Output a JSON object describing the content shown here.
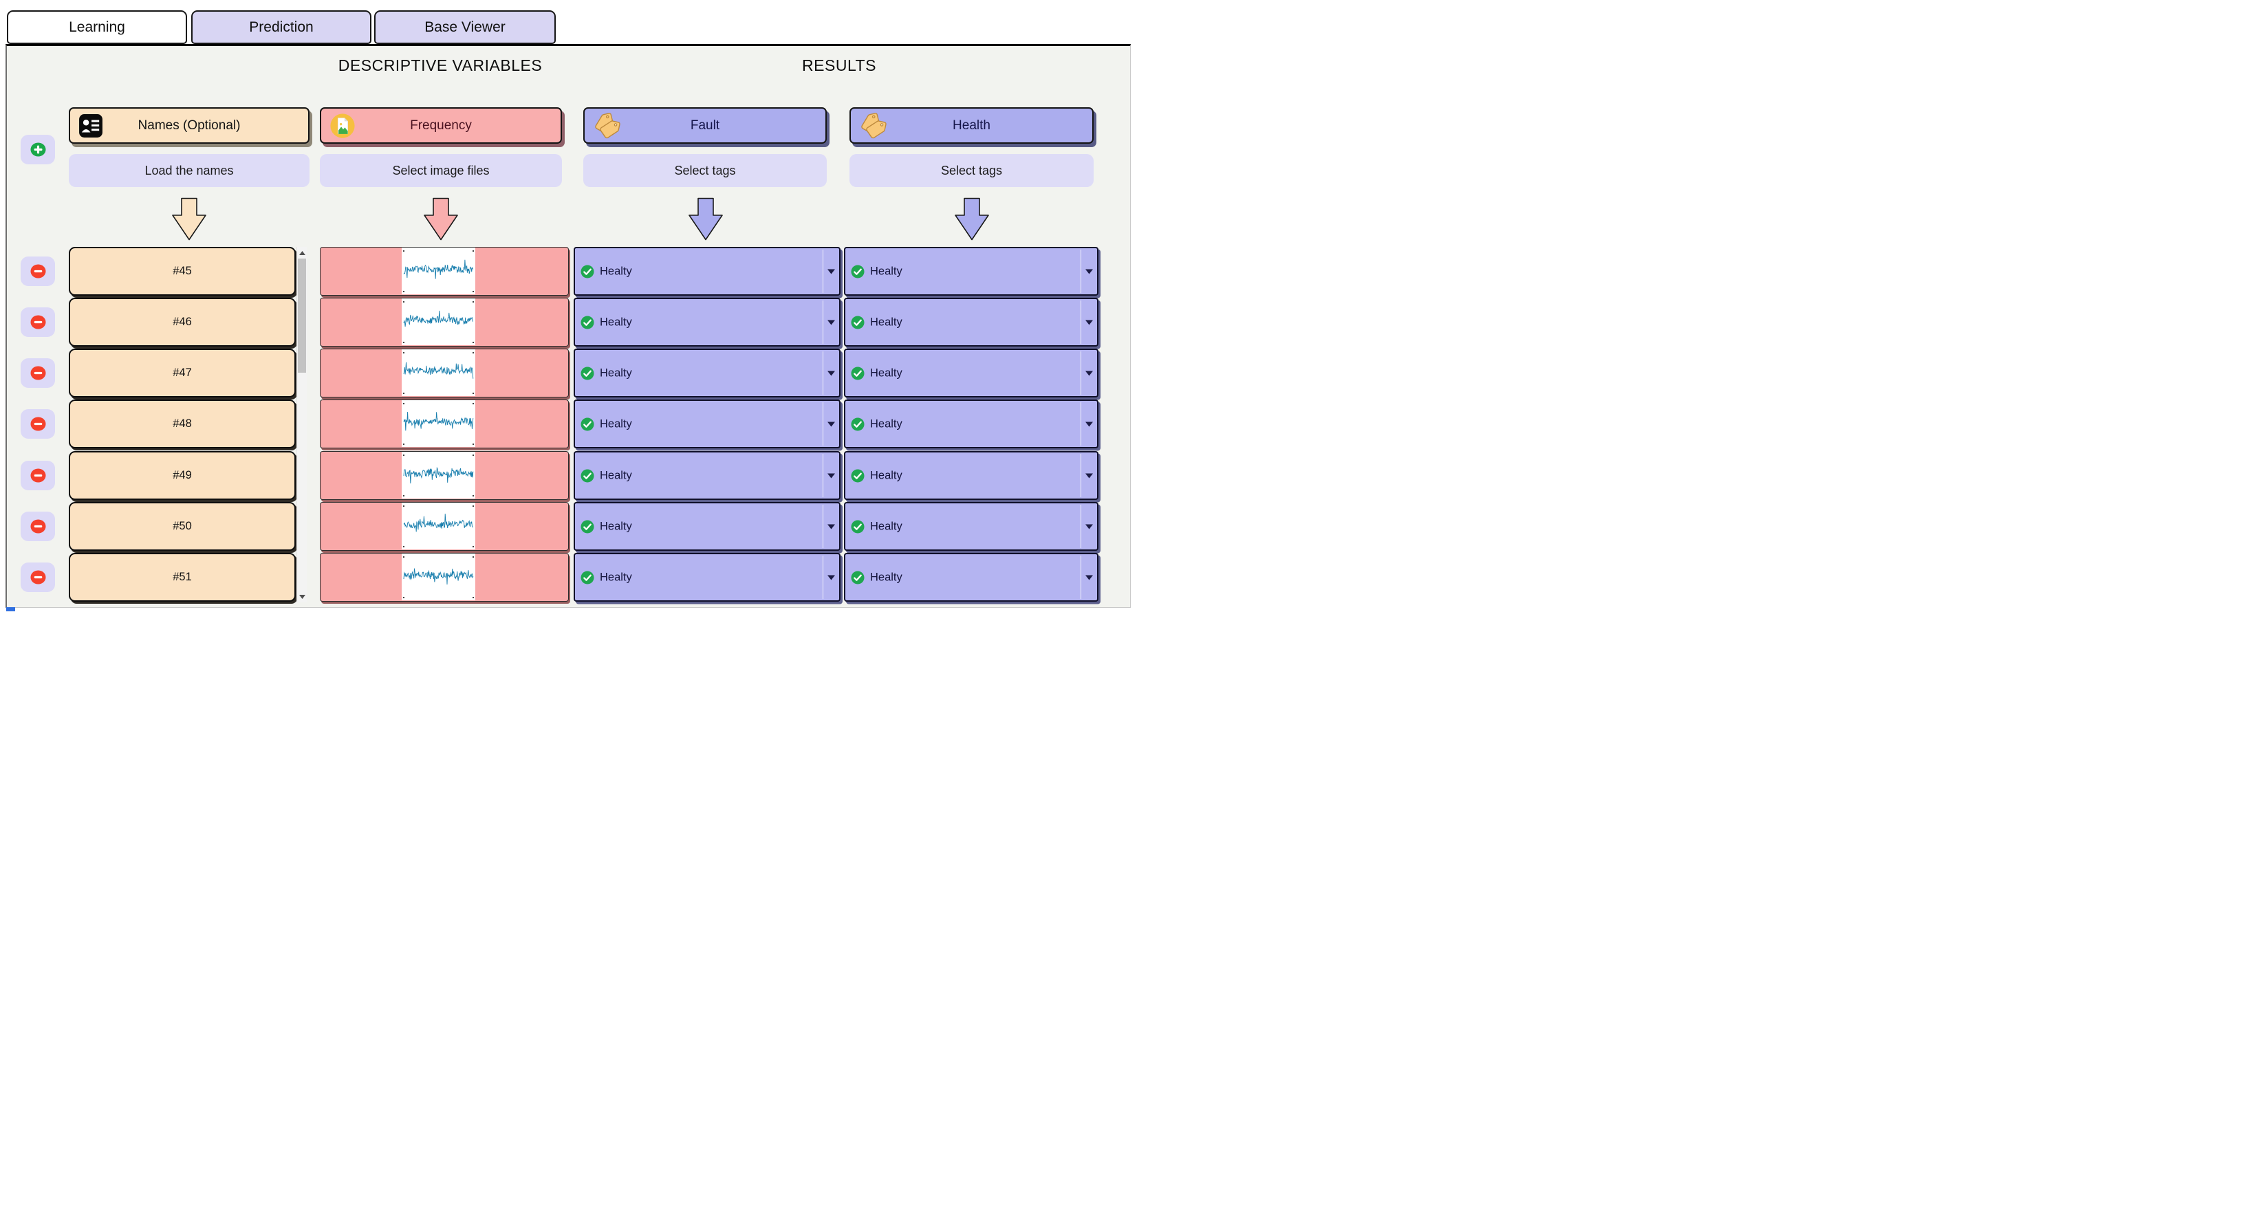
{
  "window": {
    "tabs": [
      {
        "label": "Learning",
        "active": true
      },
      {
        "label": "Prediction",
        "active": false
      },
      {
        "label": "Base Viewer",
        "active": false
      }
    ]
  },
  "sections": {
    "descriptive": "DESCRIPTIVE VARIABLES",
    "results": "RESULTS"
  },
  "columns": [
    {
      "id": "names",
      "header": "Names (Optional)",
      "action": "Load the names",
      "icon": "contact-card-icon",
      "arrow_color": "#fbe3c3"
    },
    {
      "id": "frequency",
      "header": "Frequency",
      "action": "Select image files",
      "icon": "image-file-icon",
      "arrow_color": "#f9aeae"
    },
    {
      "id": "fault",
      "header": "Fault",
      "action": "Select tags",
      "icon": "tags-icon",
      "arrow_color": "#aaacee"
    },
    {
      "id": "health",
      "header": "Health",
      "action": "Select tags",
      "icon": "tags-icon",
      "arrow_color": "#aaacee"
    }
  ],
  "rows": [
    {
      "name": "#45",
      "fault": "Healty",
      "health": "Healty"
    },
    {
      "name": "#46",
      "fault": "Healty",
      "health": "Healty"
    },
    {
      "name": "#47",
      "fault": "Healty",
      "health": "Healty"
    },
    {
      "name": "#48",
      "fault": "Healty",
      "health": "Healty"
    },
    {
      "name": "#49",
      "fault": "Healty",
      "health": "Healty"
    },
    {
      "name": "#50",
      "fault": "Healty",
      "health": "Healty"
    },
    {
      "name": "#51",
      "fault": "Healty",
      "health": "Healty"
    }
  ],
  "controls": {
    "add_icon": "plus-circle-icon",
    "remove_icon": "minus-circle-icon",
    "status_icon": "check-circle-icon",
    "dropdown_icon": "chevron-down-icon",
    "scroll_up_icon": "chevron-up-icon",
    "scroll_down_icon": "chevron-down-icon"
  },
  "colors": {
    "panel_bg": "#f2f3ef",
    "names_bg": "#fbe2c2",
    "frequency_bg": "#f9a8a8",
    "results_bg": "#b4b4f1",
    "action_bg": "#dedcf7",
    "accent_green": "#1fa750",
    "accent_red": "#f5402c",
    "waveform": "#1a7fae"
  }
}
